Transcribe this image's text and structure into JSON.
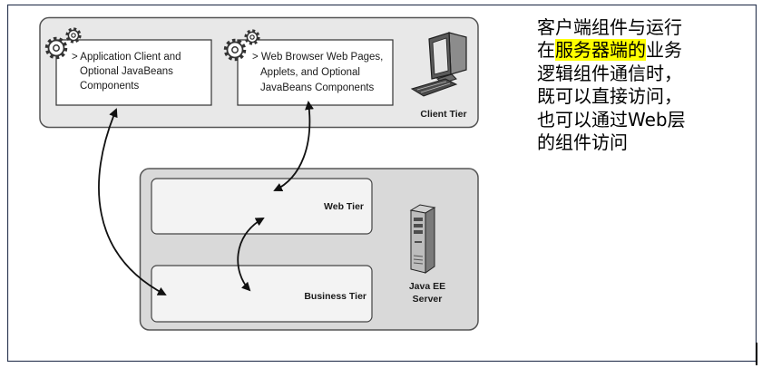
{
  "diagram": {
    "client_tier": {
      "label": "Client Tier",
      "application_client": {
        "lines": [
          "> Application Client and",
          "Optional JavaBeans",
          "Components"
        ]
      },
      "web_browser": {
        "lines": [
          "> Web Browser Web Pages,",
          "Applets, and Optional",
          "JavaBeans Components"
        ]
      }
    },
    "java_ee_server": {
      "label_lines": [
        "Java EE",
        "Server"
      ],
      "web_tier": {
        "label": "Web Tier"
      },
      "business_tier": {
        "label": "Business Tier"
      }
    },
    "icons": {
      "component": "gear-icon",
      "client_machine": "desktop-computer-icon",
      "server_machine": "server-tower-icon"
    }
  },
  "note": {
    "lines": [
      {
        "text": "客户端组件与运行"
      },
      {
        "before": "在",
        "highlight": "服务器端的",
        "after": "业务"
      },
      {
        "text": "逻辑组件通信时，"
      },
      {
        "text": "既可以直接访问，"
      },
      {
        "text": "也可以通过Web层"
      },
      {
        "text": "的组件访问"
      }
    ]
  },
  "colors": {
    "highlight": "#ffff00",
    "client_tier_fill": "#e8e8e8",
    "server_fill": "#d9d9d9",
    "tier_box_fill": "#f3f3f3",
    "component_box_fill": "#ffffff",
    "frame_stroke": "#2f3b55"
  }
}
